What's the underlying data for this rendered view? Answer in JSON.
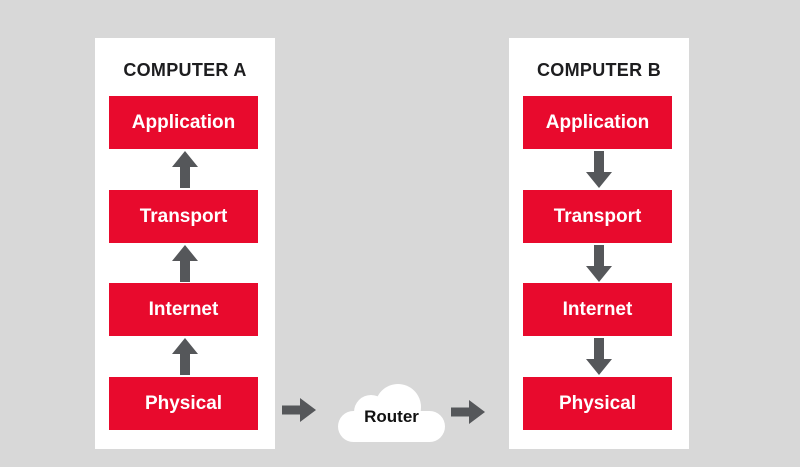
{
  "diagram": {
    "computers": [
      {
        "title": "COMPUTER A",
        "arrow_direction": "up",
        "layers": [
          "Application",
          "Transport",
          "Internet",
          "Physical"
        ]
      },
      {
        "title": "COMPUTER B",
        "arrow_direction": "down",
        "layers": [
          "Application",
          "Transport",
          "Internet",
          "Physical"
        ]
      }
    ],
    "router": {
      "label": "Router"
    },
    "colors": {
      "background": "#d8d8d8",
      "panel": "#ffffff",
      "layer_box": "#e80a2d",
      "arrow": "#55575a",
      "layer_text": "#ffffff",
      "title_text": "#1d1d1f",
      "router_text": "#111111"
    }
  }
}
